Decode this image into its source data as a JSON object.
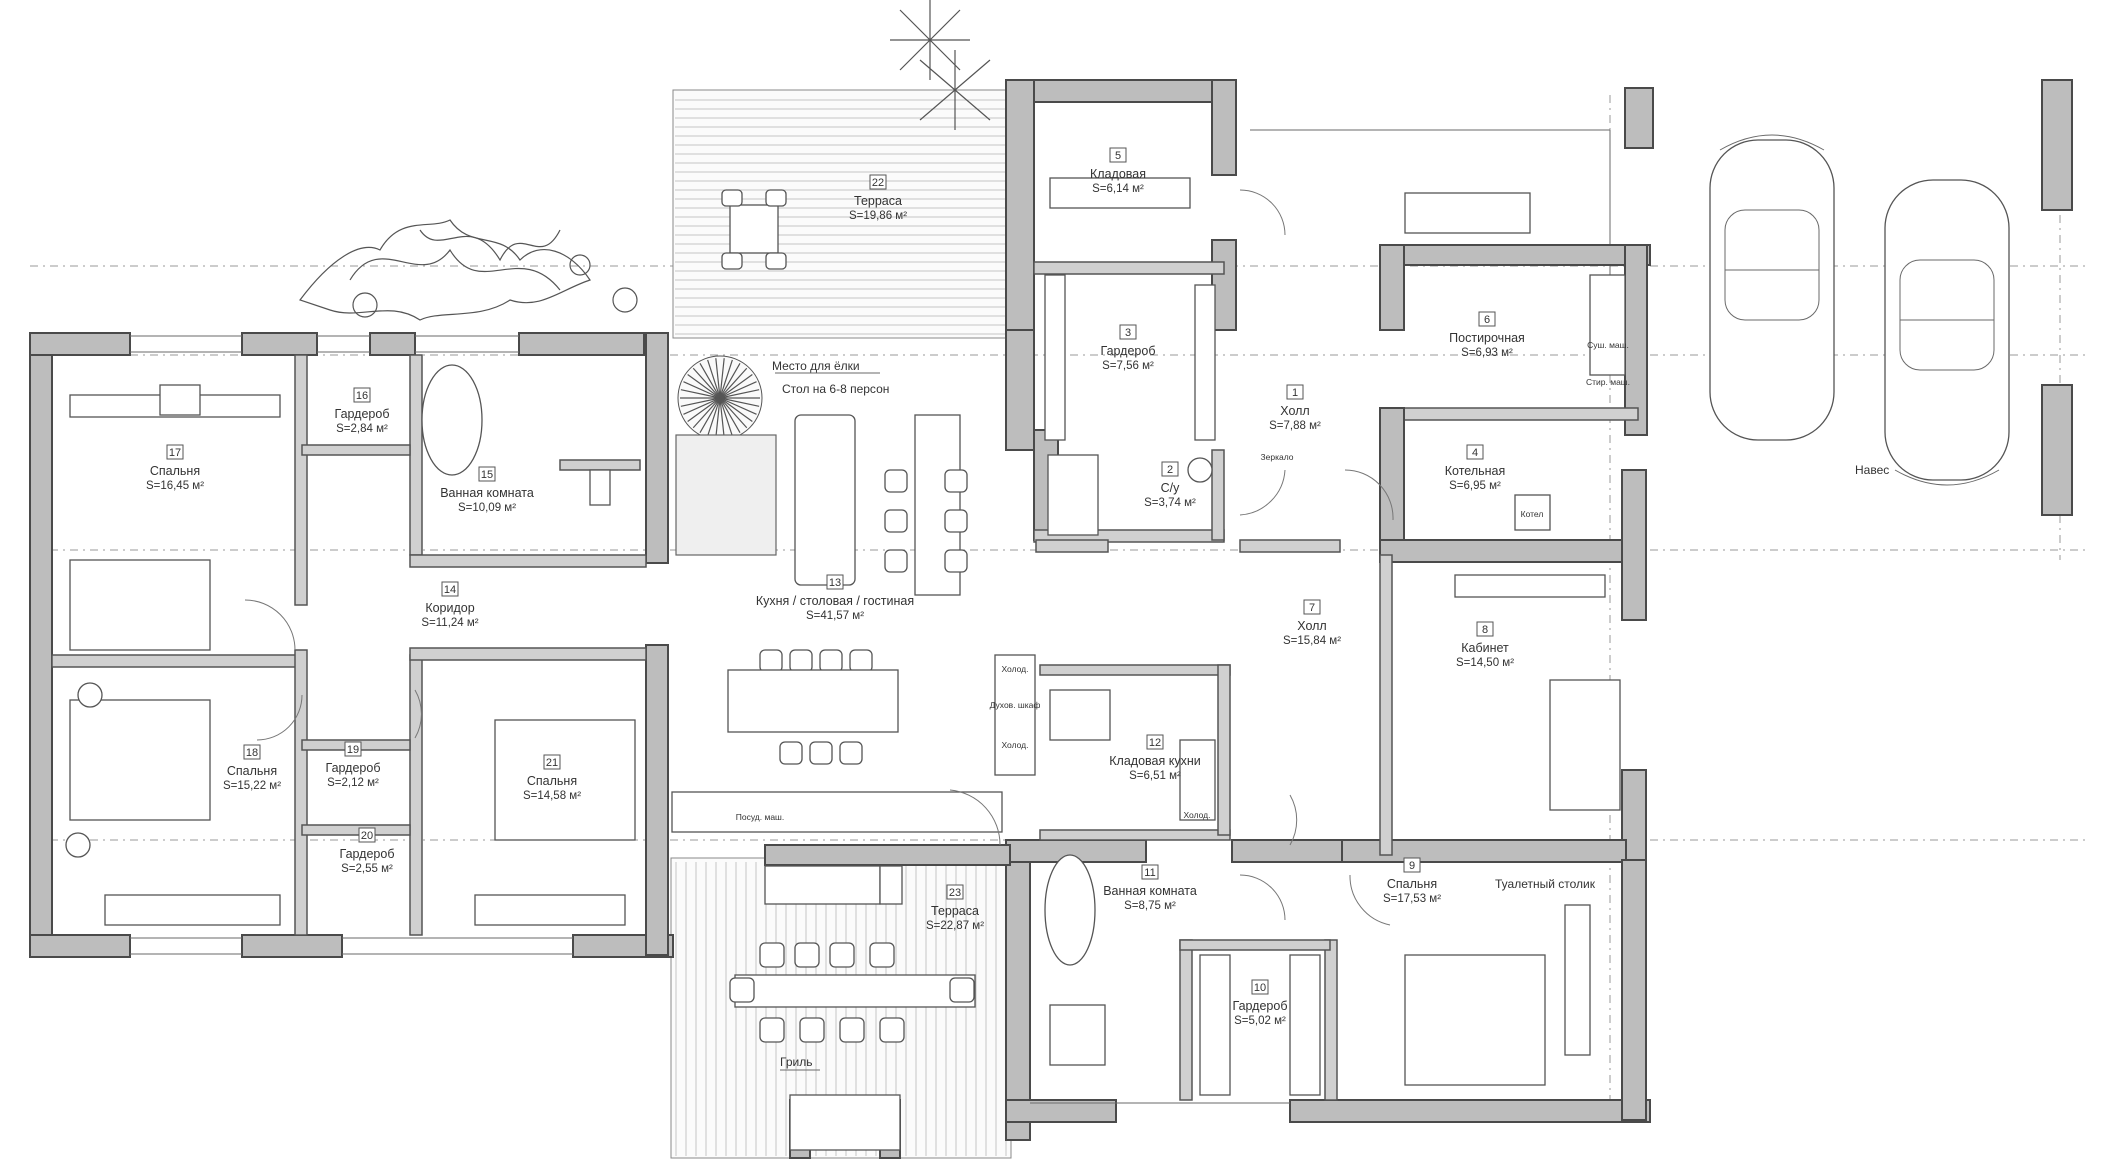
{
  "rooms": [
    {
      "id": "r1",
      "num": "1",
      "name": "Холл",
      "area": "S=7,88 м²"
    },
    {
      "id": "r2",
      "num": "2",
      "name": "С/у",
      "area": "S=3,74 м²"
    },
    {
      "id": "r3",
      "num": "3",
      "name": "Гардероб",
      "area": "S=7,56 м²"
    },
    {
      "id": "r4",
      "num": "4",
      "name": "Котельная",
      "area": "S=6,95 м²"
    },
    {
      "id": "r5",
      "num": "5",
      "name": "Кладовая",
      "area": "S=6,14 м²"
    },
    {
      "id": "r6",
      "num": "6",
      "name": "Постирочная",
      "area": "S=6,93 м²"
    },
    {
      "id": "r7",
      "num": "7",
      "name": "Холл",
      "area": "S=15,84 м²"
    },
    {
      "id": "r8",
      "num": "8",
      "name": "Кабинет",
      "area": "S=14,50 м²"
    },
    {
      "id": "r9",
      "num": "9",
      "name": "Спальня",
      "area": "S=17,53 м²"
    },
    {
      "id": "r10",
      "num": "10",
      "name": "Гардероб",
      "area": "S=5,02 м²"
    },
    {
      "id": "r11",
      "num": "11",
      "name": "Ванная комната",
      "area": "S=8,75 м²"
    },
    {
      "id": "r12",
      "num": "12",
      "name": "Кладовая кухни",
      "area": "S=6,51 м²"
    },
    {
      "id": "r13",
      "num": "13",
      "name": "Кухня / столовая / гостиная",
      "area": "S=41,57 м²"
    },
    {
      "id": "r14",
      "num": "14",
      "name": "Коридор",
      "area": "S=11,24 м²"
    },
    {
      "id": "r15",
      "num": "15",
      "name": "Ванная комната",
      "area": "S=10,09 м²"
    },
    {
      "id": "r16",
      "num": "16",
      "name": "Гардероб",
      "area": "S=2,84 м²"
    },
    {
      "id": "r17",
      "num": "17",
      "name": "Спальня",
      "area": "S=16,45 м²"
    },
    {
      "id": "r18",
      "num": "18",
      "name": "Спальня",
      "area": "S=15,22 м²"
    },
    {
      "id": "r19",
      "num": "19",
      "name": "Гардероб",
      "area": "S=2,12 м²"
    },
    {
      "id": "r20",
      "num": "20",
      "name": "Гардероб",
      "area": "S=2,55 м²"
    },
    {
      "id": "r21",
      "num": "21",
      "name": "Спальня",
      "area": "S=14,58 м²"
    },
    {
      "id": "r22",
      "num": "22",
      "name": "Терраса",
      "area": "S=19,86 м²"
    },
    {
      "id": "r23",
      "num": "23",
      "name": "Терраса",
      "area": "S=22,87 м²"
    }
  ],
  "notes": {
    "tree_spot": "Место для ёлки",
    "table_note": "Стол на 6-8 персон",
    "canopy": "Навес",
    "grill": "Гриль",
    "vanity": "Туалетный столик",
    "mirror": "Зеркало",
    "boiler": "Котел",
    "dishwasher": "Посуд. маш.",
    "fridge": "Холод.",
    "oven": "Духов. шкаф",
    "fridge2": "Холод.",
    "pantry_fridge": "Холод.",
    "dryer": "Суш. маш.",
    "washer": "Стир. маш."
  },
  "colors": {
    "wall_fill": "#bdbdbd",
    "wall_outline": "#4a4a4a",
    "paper": "#ffffff"
  }
}
